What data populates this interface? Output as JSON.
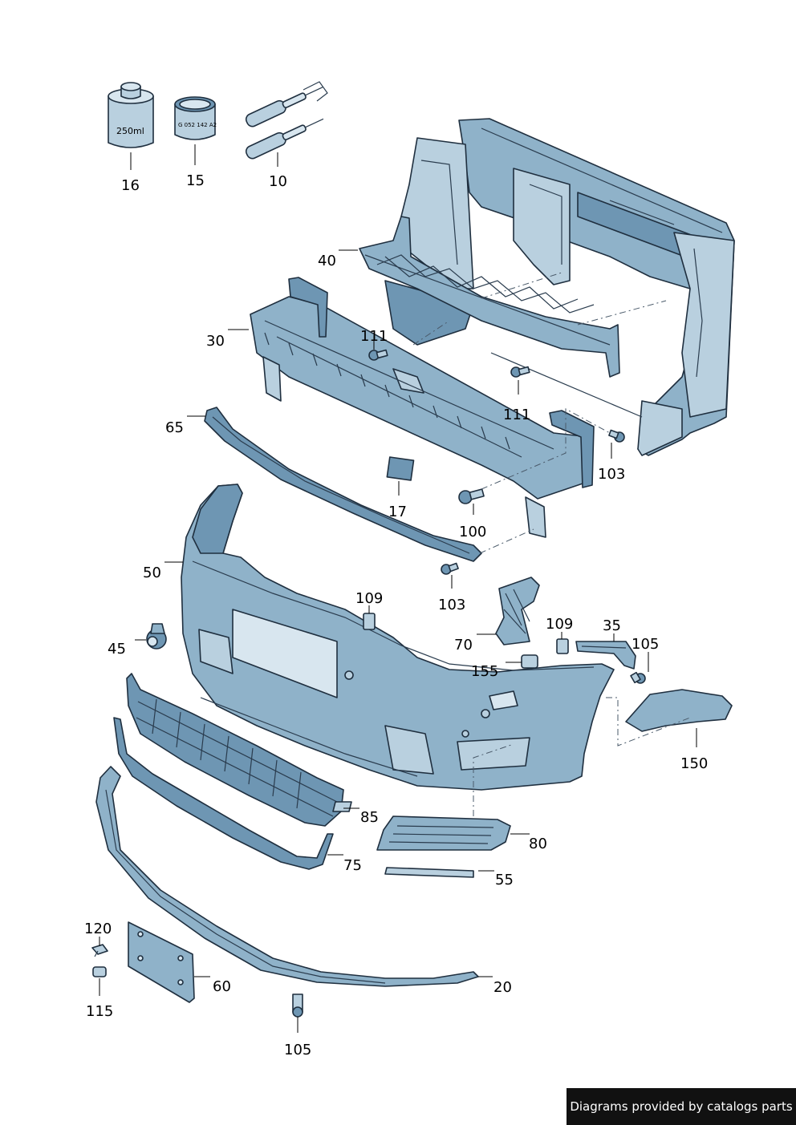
{
  "package_labels": {
    "can_volume": "250ml",
    "tin_code": "G 052 142 A2"
  },
  "callouts": [
    "16",
    "15",
    "10",
    "40",
    "30",
    "111",
    "111",
    "65",
    "17",
    "103",
    "100",
    "103",
    "50",
    "109",
    "70",
    "109",
    "35",
    "105",
    "45",
    "155",
    "150",
    "85",
    "80",
    "75",
    "55",
    "120",
    "60",
    "20",
    "115",
    "105"
  ],
  "footer": {
    "text": "Diagrams provided by catalogs parts"
  }
}
